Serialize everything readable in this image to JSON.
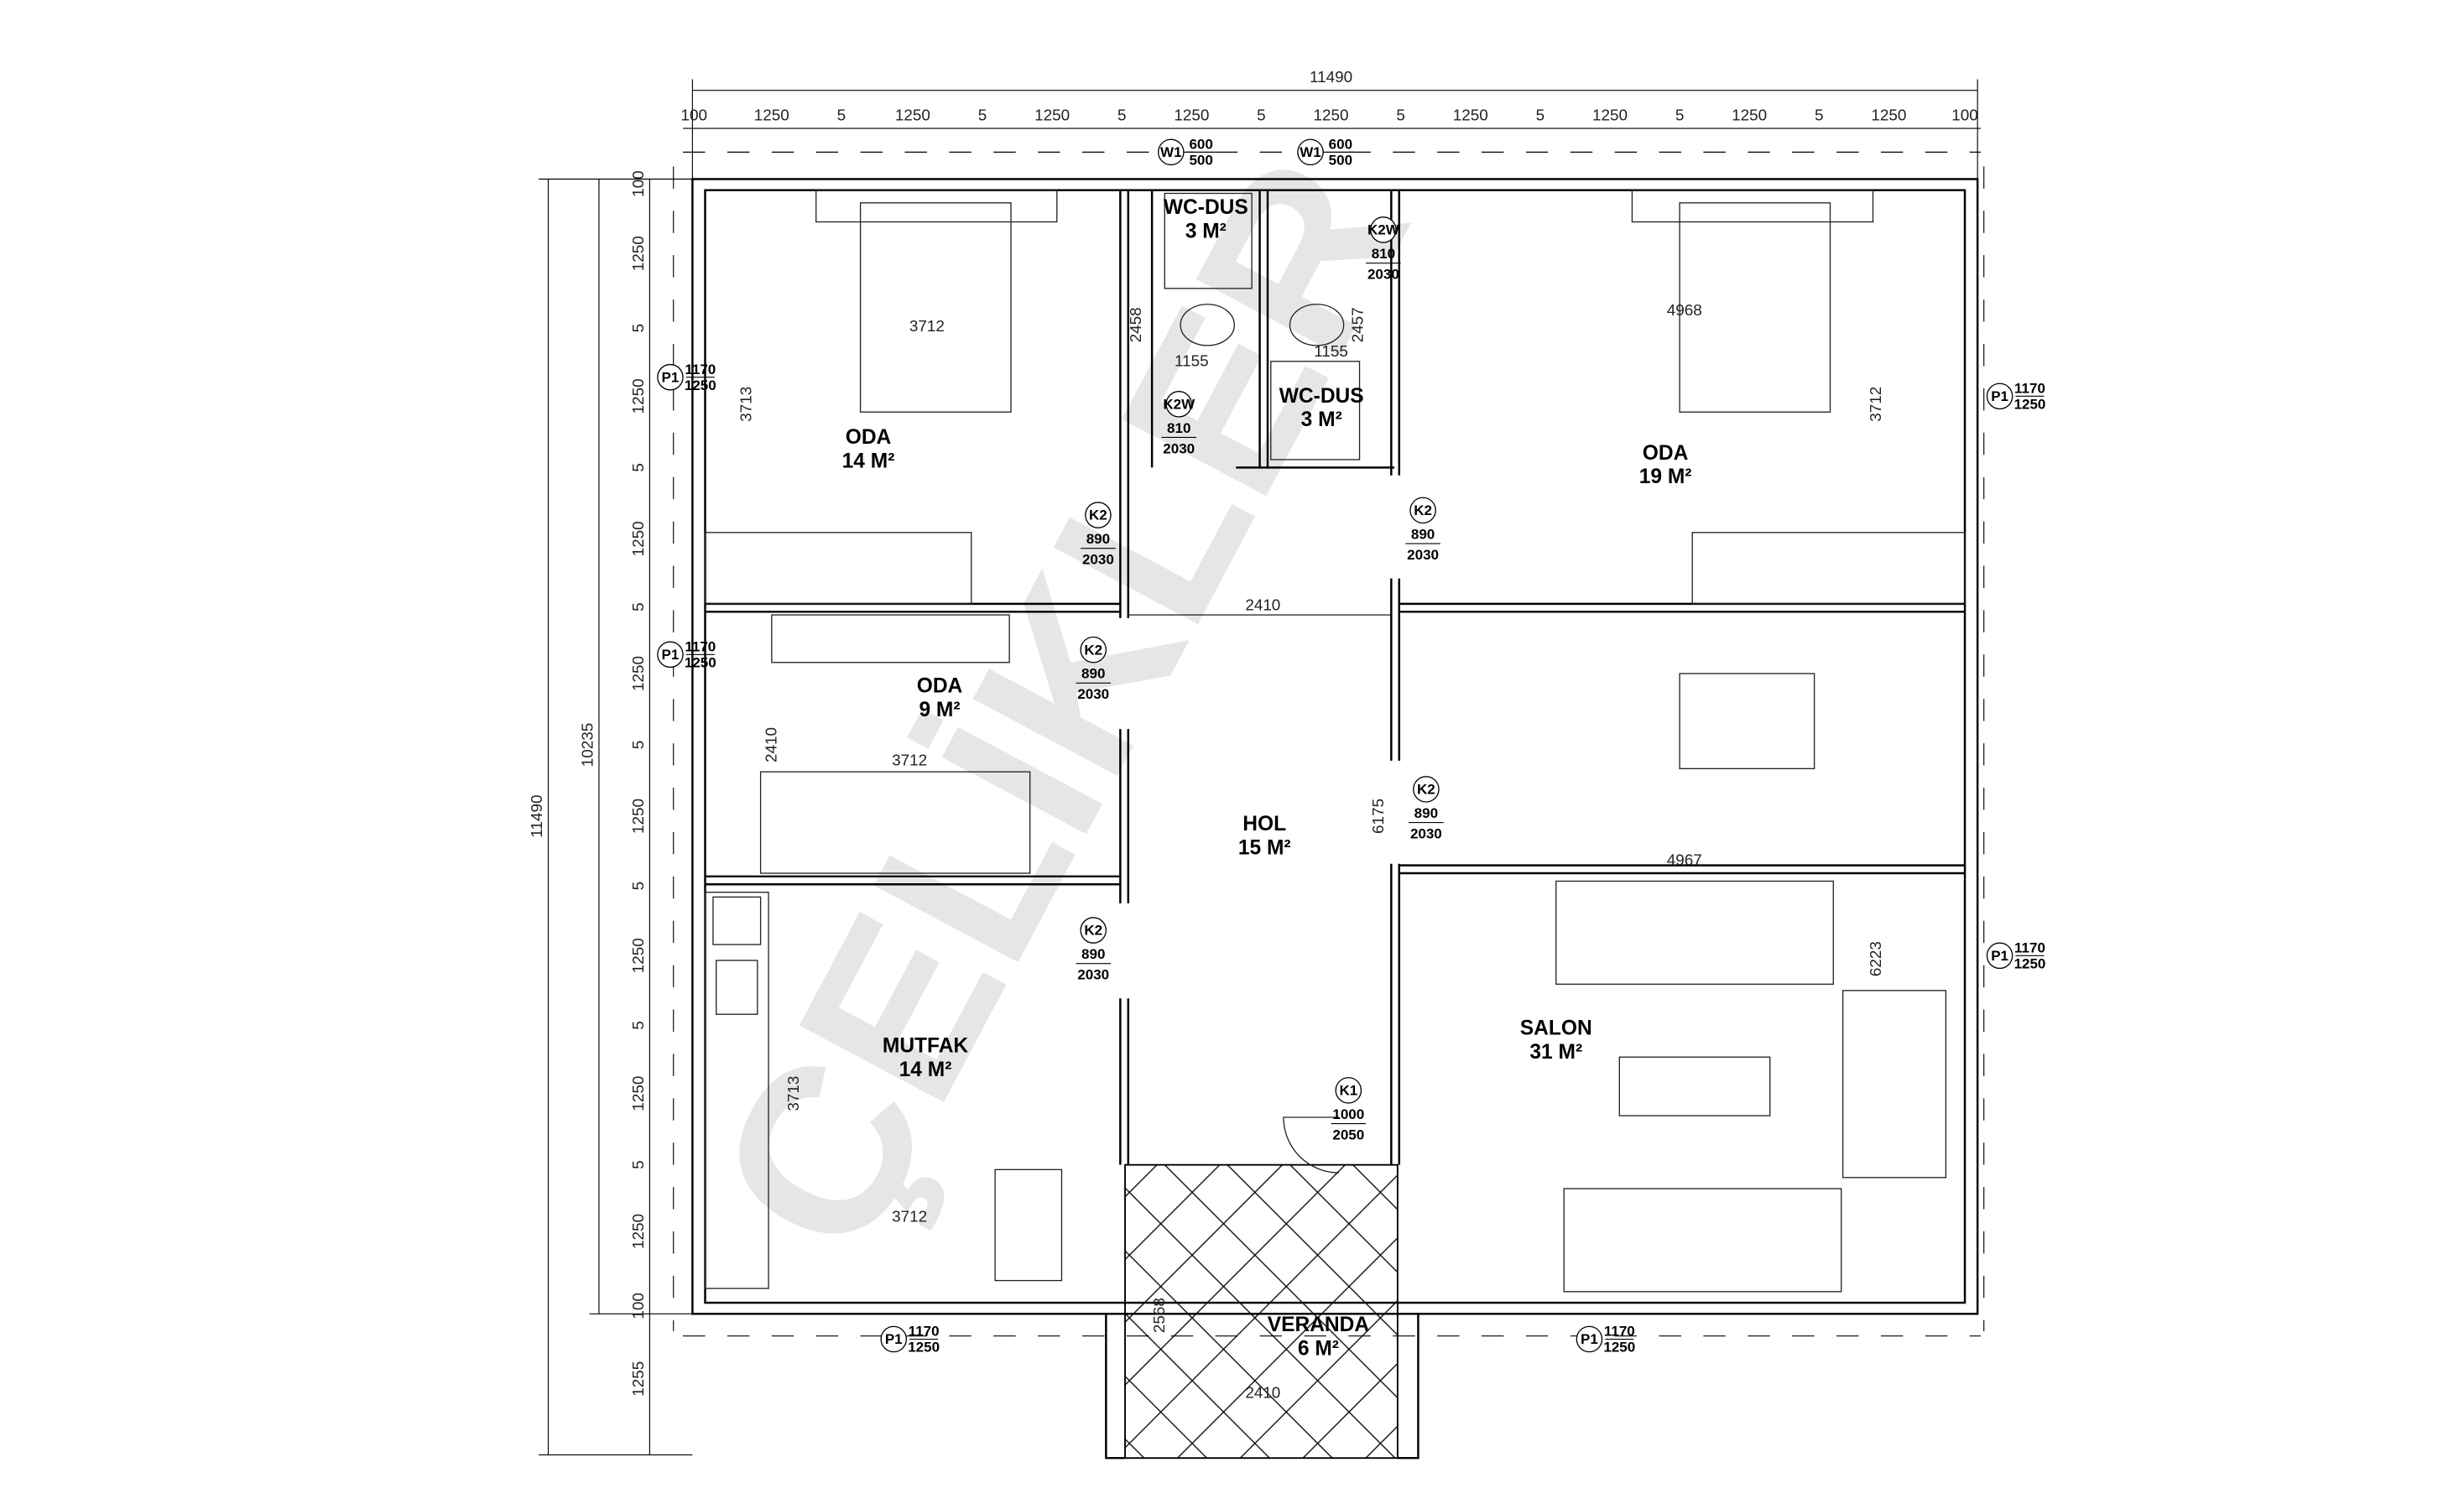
{
  "watermark": "ÇELİKLER",
  "overall": {
    "width_label": "11490",
    "height_label": "11490",
    "inner_height_label": "10235"
  },
  "top_dims": [
    "100",
    "1250",
    "5",
    "1250",
    "5",
    "1250",
    "5",
    "1250",
    "5",
    "1250",
    "5",
    "1250",
    "5",
    "1250",
    "5",
    "1250",
    "5",
    "1250",
    "100"
  ],
  "left_dims": [
    "100",
    "1250",
    "5",
    "1250",
    "5",
    "1250",
    "5",
    "1250",
    "5",
    "1250",
    "5",
    "1250",
    "5",
    "1250",
    "5",
    "1250",
    "100",
    "1255"
  ],
  "rooms": [
    {
      "name": "ODA",
      "area": "14 M²"
    },
    {
      "name": "WC-DUS",
      "area": "3 M²"
    },
    {
      "name": "WC-DUS",
      "area": "3 M²"
    },
    {
      "name": "ODA",
      "area": "19 M²"
    },
    {
      "name": "ODA",
      "area": "9 M²"
    },
    {
      "name": "HOL",
      "area": "15 M²"
    },
    {
      "name": "SALON",
      "area": "31 M²"
    },
    {
      "name": "MUTFAK",
      "area": "14 M²"
    },
    {
      "name": "VERANDA",
      "area": "6 M²"
    }
  ],
  "inner_dims": [
    "3712",
    "3713",
    "2458",
    "1155",
    "1155",
    "2457",
    "4968",
    "3712",
    "2410",
    "2410",
    "3712",
    "6175",
    "4967",
    "6223",
    "3713",
    "3712",
    "2568",
    "2410"
  ],
  "doors": [
    {
      "code": "K2",
      "w": "890",
      "h": "2030"
    },
    {
      "code": "K2",
      "w": "890",
      "h": "2030"
    },
    {
      "code": "K2",
      "w": "890",
      "h": "2030"
    },
    {
      "code": "K2",
      "w": "890",
      "h": "2030"
    },
    {
      "code": "K2",
      "w": "890",
      "h": "2030"
    },
    {
      "code": "K2W",
      "w": "810",
      "h": "2030"
    },
    {
      "code": "K2W",
      "w": "810",
      "h": "2030"
    },
    {
      "code": "K1",
      "w": "1000",
      "h": "2050"
    }
  ],
  "windows": [
    {
      "code": "W1",
      "w": "600",
      "h": "500"
    },
    {
      "code": "W1",
      "w": "600",
      "h": "500"
    },
    {
      "code": "P1",
      "w": "1170",
      "h": "1250"
    },
    {
      "code": "P1",
      "w": "1170",
      "h": "1250"
    },
    {
      "code": "P1",
      "w": "1170",
      "h": "1250"
    },
    {
      "code": "P1",
      "w": "1170",
      "h": "1250"
    },
    {
      "code": "P1",
      "w": "1170",
      "h": "1250"
    },
    {
      "code": "P1",
      "w": "1170",
      "h": "1250"
    }
  ]
}
